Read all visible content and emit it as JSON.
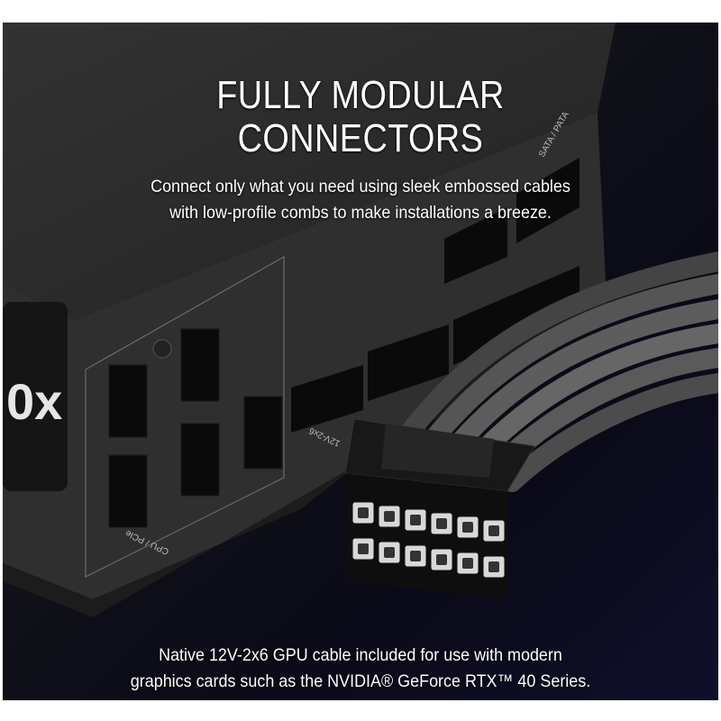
{
  "headline": {
    "line1": "FULLY MODULAR",
    "line2": "CONNECTORS"
  },
  "subheadline": {
    "line1": "Connect only what you need using sleek embossed cables",
    "line2": "with low-profile combs to make installations a breeze."
  },
  "footer": {
    "line1": "Native 12V-2x6 GPU cable included for use with modern",
    "line2": "graphics cards such as the NVIDIA® GeForce RTX™ 40 Series."
  },
  "psu_labels": {
    "cpu_pcie": "CPU / PCIe",
    "gpu": "12V-2x6",
    "sata_pata": "SATA / PATA",
    "badge": "0x"
  },
  "colors": {
    "background": "#0b0b14",
    "psu_body": "#2e2e2e",
    "text": "#ffffff"
  }
}
